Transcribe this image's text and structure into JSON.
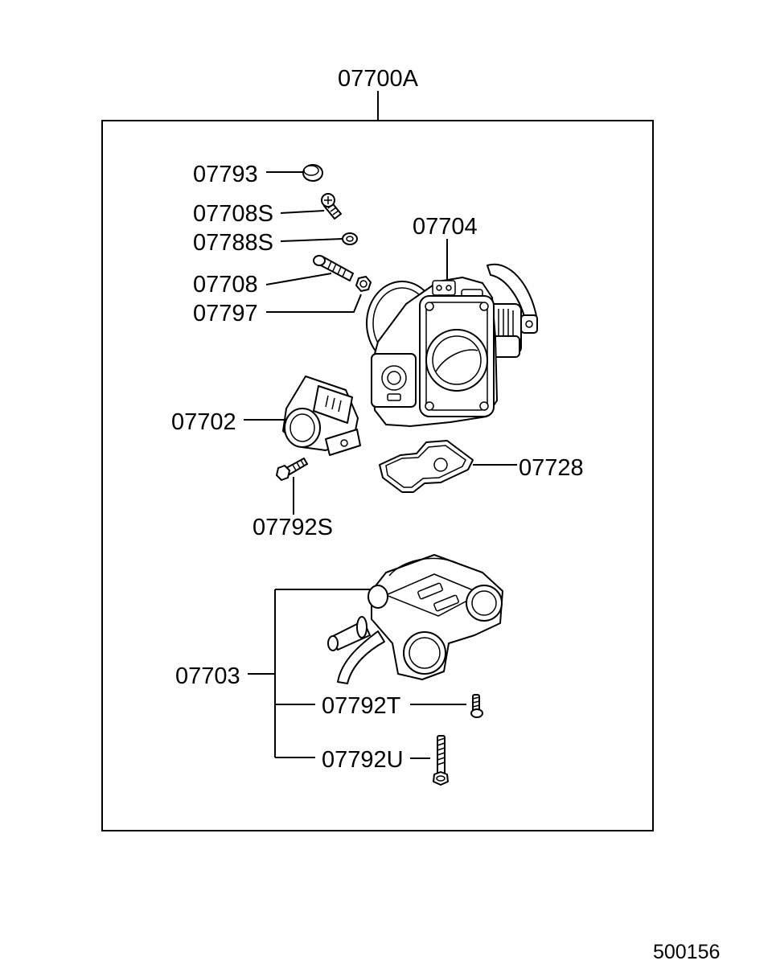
{
  "diagram": {
    "assembly_number": "07700A",
    "figure_number": "500156",
    "callouts": [
      "07793",
      "07708S",
      "07788S",
      "07708",
      "07797",
      "07704",
      "07702",
      "07728",
      "07792S",
      "07703",
      "07792T",
      "07792U"
    ]
  }
}
